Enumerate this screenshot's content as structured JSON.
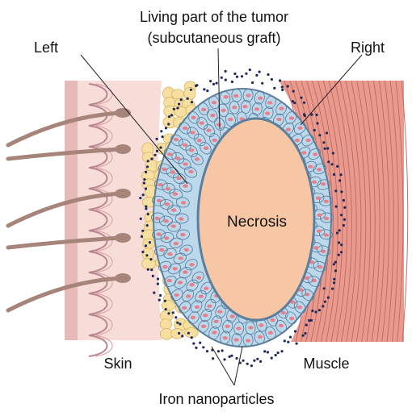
{
  "labels": {
    "tumor_line1": "Living part of the tumor",
    "tumor_line2": "(subcutaneous graft)",
    "left": "Left",
    "right": "Right",
    "necrosis": "Necrosis",
    "skin": "Skin",
    "muscle": "Muscle",
    "iron": "Iron nanoparticles"
  },
  "colors": {
    "skin_fill": "#f7dcd8",
    "skin_edge": "#e7b9b8",
    "fat": "#f6dfa0",
    "muscle": "#e99a8f",
    "muscle_line": "#c76b61",
    "tumor_cells": "#bcd9ec",
    "cell_outline": "#5d7f9e",
    "nucleus": "#e8808c",
    "necrosis": "#f6c6a5",
    "hair": "#a7847a",
    "dots": "#1e2a5a"
  }
}
